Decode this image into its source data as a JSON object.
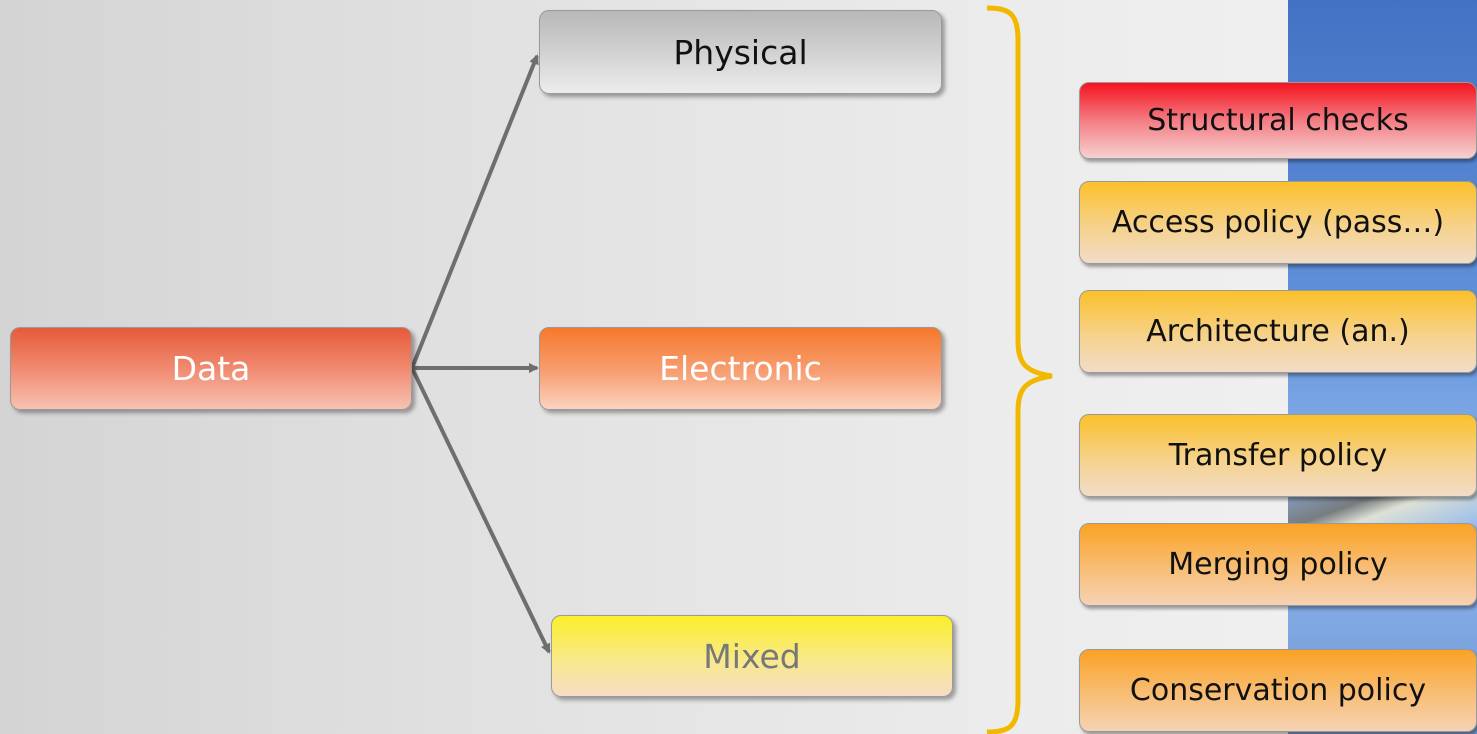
{
  "diagram": {
    "source": {
      "label": "Data"
    },
    "categories": [
      {
        "key": "physical",
        "label": "Physical"
      },
      {
        "key": "electronic",
        "label": "Electronic"
      },
      {
        "key": "mixed",
        "label": "Mixed"
      }
    ],
    "policies": [
      {
        "key": "structural",
        "label": "Structural checks"
      },
      {
        "key": "access",
        "label": "Access policy (pass…)"
      },
      {
        "key": "architecture",
        "label": "Architecture (an.)"
      },
      {
        "key": "transfer",
        "label": "Transfer policy"
      },
      {
        "key": "merging",
        "label": "Merging policy"
      },
      {
        "key": "conservation",
        "label": "Conservation policy"
      }
    ]
  },
  "colors": {
    "arrow": "#6e6e6e",
    "brace": "#f2b800",
    "panel": "#4a78c8"
  }
}
